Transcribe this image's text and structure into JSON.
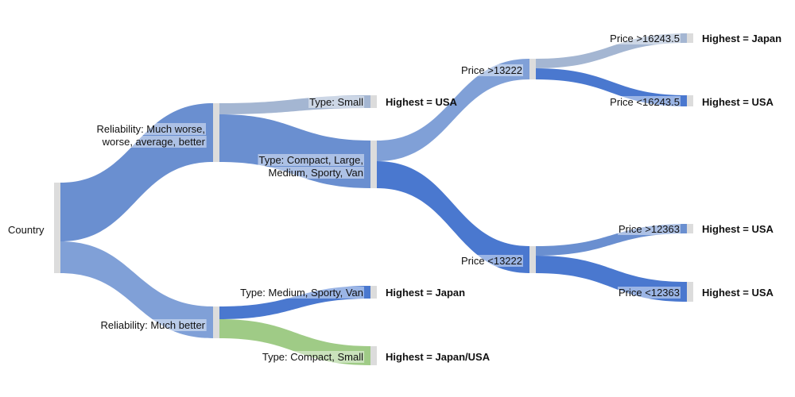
{
  "colors": {
    "node": "#dcdcdc",
    "label_bg": "#ffffff",
    "blue_mid": "#6a8fd0",
    "blue_light": "#a4b6d2",
    "blue_strong": "#4a78cf",
    "green": "#9fcb86"
  },
  "nodes": {
    "country": "Country",
    "rel_worse": "Reliability: Much worse, worse, average, better",
    "rel_worse_line1": "Reliability: Much worse,",
    "rel_worse_line2": "worse, average, better",
    "rel_better": "Reliability: Much better",
    "type_small": "Type: Small",
    "type_compact": "Type: Compact, Large, Medium, Sporty, Van",
    "type_compact_line1": "Type: Compact, Large,",
    "type_compact_line2": "Medium, Sporty, Van",
    "type_msv": "Type: Medium, Sporty, Van",
    "type_cs": "Type: Compact, Small",
    "price_gt_13222": "Price >13222",
    "price_lt_13222": "Price <13222",
    "price_gt_16243": "Price >16243.5",
    "price_lt_16243": "Price <16243.5",
    "price_gt_12363": "Price >12363",
    "price_lt_12363": "Price <12363"
  },
  "results": {
    "small": "Highest = USA",
    "msv": "Highest = Japan",
    "cs": "Highest = Japan/USA",
    "gt16243": "Highest = Japan",
    "lt16243": "Highest = USA",
    "gt12363": "Highest = USA",
    "lt12363": "Highest = USA"
  }
}
